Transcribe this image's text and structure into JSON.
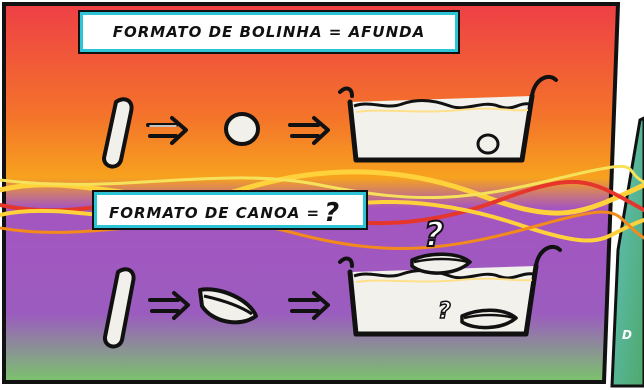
{
  "captions": {
    "top": "FORMATO DE BOLINHA = AFUNDA",
    "middle": "FORMATO DE CANOA =",
    "middle_mark": "?"
  },
  "symbols": {
    "bowl_question_top": "?",
    "bowl_question_bottom": "?"
  },
  "edge_text": "D",
  "colors": {
    "top_band": "#ee4a3e",
    "orange_band": "#f57c22",
    "purple_band": "#9a4fc6",
    "green_bottom": "#6fc96a",
    "caption_border": "#2ec4d6",
    "ink": "#111111",
    "water_line": "#ffe08a"
  },
  "icons": [
    "clay-cylinder-icon",
    "arrow-icon",
    "clay-ball-icon",
    "water-tub-icon",
    "clay-boat-icon"
  ]
}
